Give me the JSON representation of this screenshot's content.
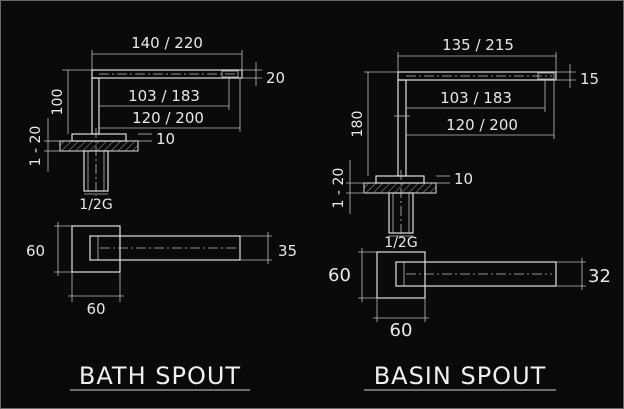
{
  "bath": {
    "caption": "BATH SPOUT",
    "dims": {
      "overall_length": "140 / 220",
      "spout_height": "20",
      "riser_height": "100",
      "inner_length": "103 / 183",
      "mid_length": "120 / 200",
      "flange_gap": "10",
      "adjust": "1 - 20",
      "thread": "1/2G",
      "plate_h": "60",
      "spout_w": "35",
      "plate_w": "60"
    }
  },
  "basin": {
    "caption": "BASIN SPOUT",
    "dims": {
      "overall_length": "135 / 215",
      "spout_height": "15",
      "riser_height": "180",
      "inner_length": "103 / 183",
      "mid_length": "120 / 200",
      "flange_gap": "10",
      "adjust": "1 - 20",
      "thread": "1/2G",
      "plate_h": "60",
      "spout_w": "32",
      "plate_w": "60"
    }
  }
}
